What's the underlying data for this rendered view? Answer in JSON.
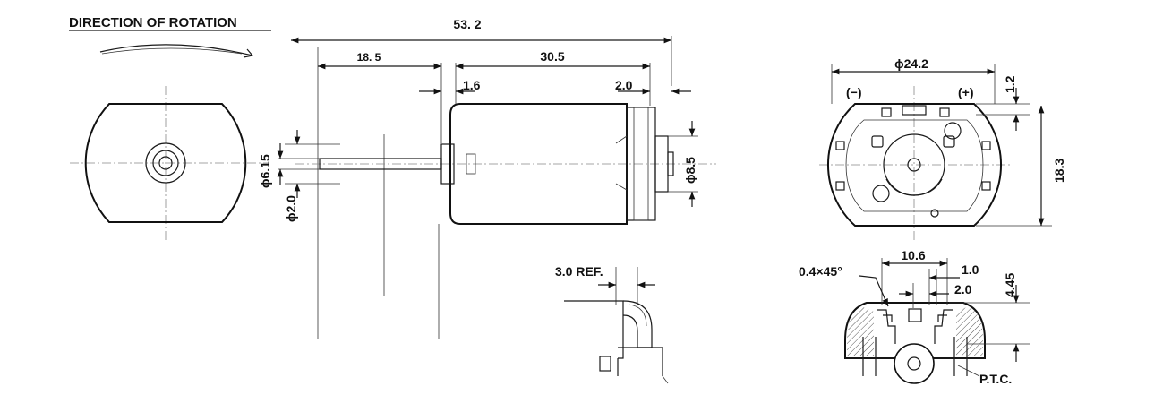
{
  "title": "DIRECTION OF ROTATION",
  "dimensions": {
    "overall_length": "53. 2",
    "shaft_length": "18. 5",
    "body_length": "30.5",
    "collar": "1.6",
    "endcap": "2.0",
    "shaft_collar_dia": "ϕ6.15",
    "shaft_dia": "ϕ2.0",
    "boss_dia": "ϕ8.5",
    "body_dia": "ϕ24.2",
    "terminal_offset": "1.2",
    "flat_height": "18.3",
    "terminal_pitch": "10.6",
    "chamfer": "0.4×45°",
    "terminal_width": "1.0",
    "terminal_gap": "2.0",
    "terminal_height": "4.45",
    "ref_dim": "3.0 REF."
  },
  "polarity": {
    "negative": "(−)",
    "positive": "(+)"
  },
  "notes": {
    "ptc": "P.T.C."
  }
}
